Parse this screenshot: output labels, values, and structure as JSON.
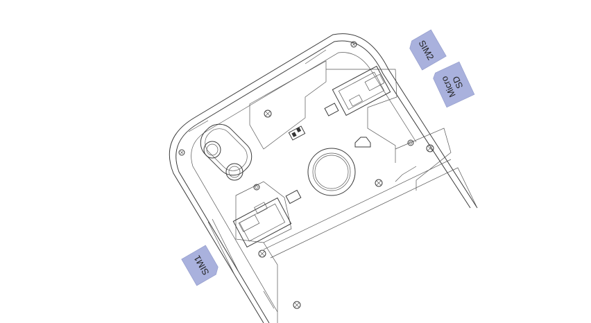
{
  "cards": {
    "sim2": "SIM2",
    "micro": "Micro",
    "sd": "SD",
    "sim1": "SIM1"
  }
}
